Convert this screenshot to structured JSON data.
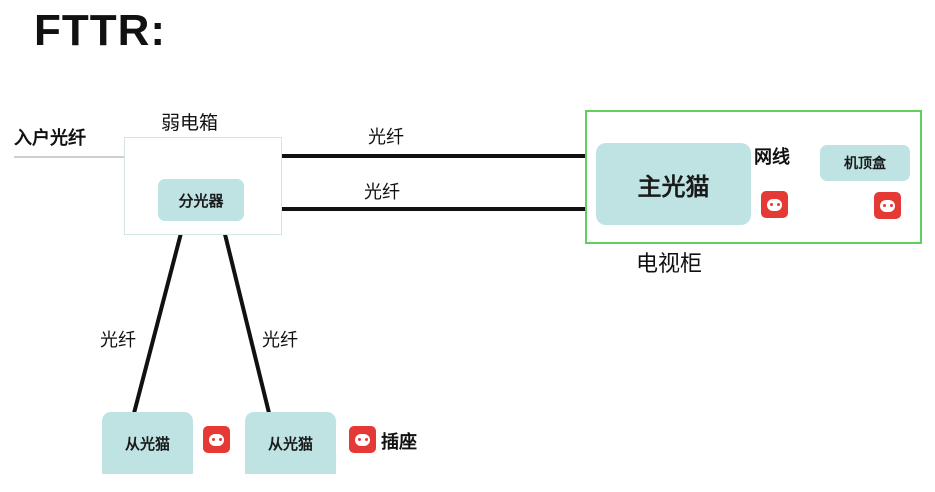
{
  "title": "FTTR:",
  "labels": {
    "home_fiber": "入户光纤",
    "weak_box": "弱电箱",
    "fiber_top": "光纤",
    "fiber_middle": "光纤",
    "fiber_left": "光纤",
    "fiber_right": "光纤",
    "ethernet": "网线",
    "tv_cabinet": "电视柜",
    "socket": "插座"
  },
  "devices": {
    "splitter": "分光器",
    "main_modem": "主光猫",
    "set_top_box": "机顶盒",
    "sub_modem_1": "从光猫",
    "sub_modem_2": "从光猫"
  },
  "colors": {
    "device_fill": "#bfe3e3",
    "cabinet_border": "#5fcf5f",
    "socket": "#e53935",
    "fiber": "#111111"
  }
}
